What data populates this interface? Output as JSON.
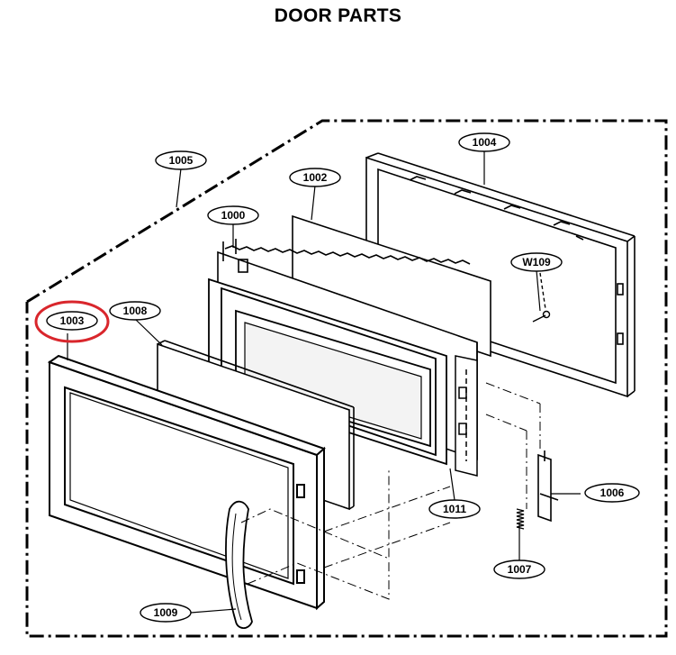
{
  "title": "DOOR PARTS",
  "highlight_color": "#d9262c",
  "parts": [
    {
      "id": "frame",
      "label": "1005"
    },
    {
      "id": "choke",
      "label": "1004"
    },
    {
      "id": "screen",
      "label": "1002"
    },
    {
      "id": "door-assy",
      "label": "1000"
    },
    {
      "id": "screw",
      "label": "W109"
    },
    {
      "id": "door-frame",
      "label": "1003",
      "highlighted": true
    },
    {
      "id": "glass",
      "label": "1008"
    },
    {
      "id": "hinge",
      "label": "1011"
    },
    {
      "id": "latch",
      "label": "1006"
    },
    {
      "id": "spring",
      "label": "1007"
    },
    {
      "id": "handle",
      "label": "1009"
    }
  ]
}
